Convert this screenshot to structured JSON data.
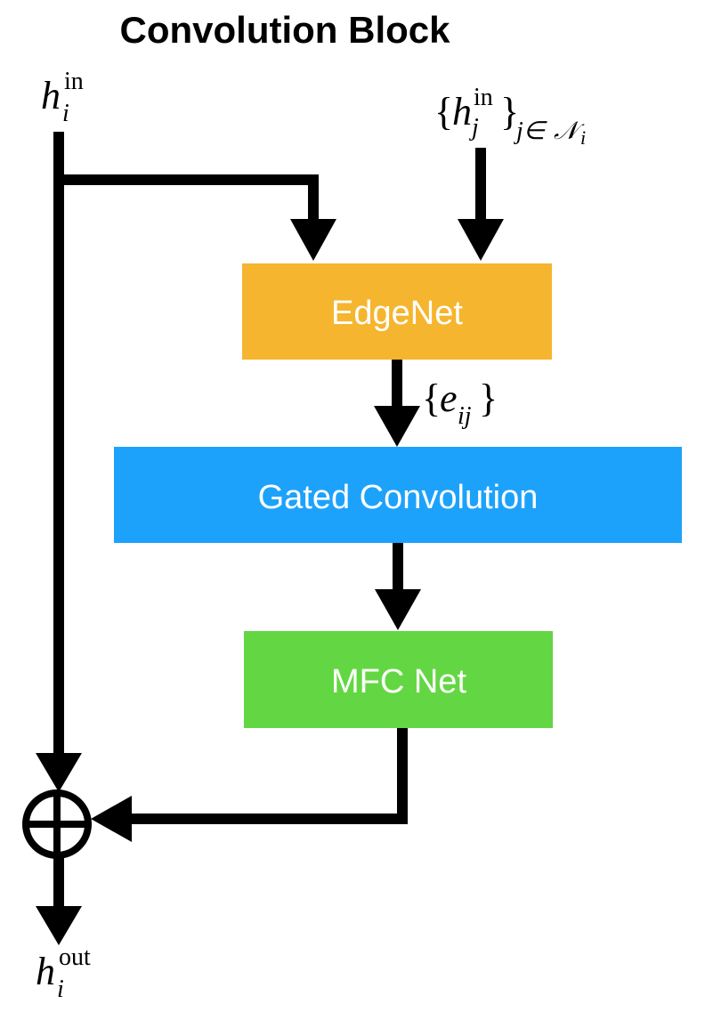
{
  "title": "Convolution Block",
  "inputs": {
    "self": {
      "base": "h",
      "sup": "in",
      "sub": "i"
    },
    "neighbors": {
      "open": "{",
      "base": "h",
      "sup": "in",
      "sub": "j",
      "close": "}",
      "index_prefix": "j∈",
      "index_set": "𝒩",
      "index_set_sub": "i"
    }
  },
  "blocks": {
    "edgenet": {
      "label": "EdgeNet",
      "color": "#F6B52E"
    },
    "gated_conv": {
      "label": "Gated Convolution",
      "color": "#1DA2FB"
    },
    "mfc": {
      "label": "MFC Net",
      "color": "#63D743"
    }
  },
  "edge_features": {
    "open": "{",
    "base": "e",
    "sub": "ij",
    "close": "}"
  },
  "output": {
    "base": "h",
    "sup": "out",
    "sub": "i"
  },
  "sum_node": {
    "symbol": "⊕"
  },
  "colors": {
    "line": "#000000",
    "text_on_box": "#FFFFFF"
  }
}
